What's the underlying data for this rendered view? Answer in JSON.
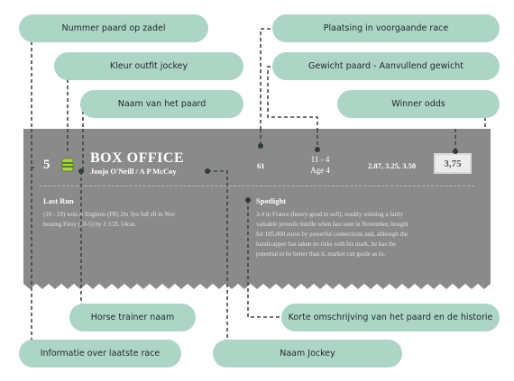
{
  "annotations": {
    "saddle_number": "Nummer paard op zadel",
    "jockey_colours": "Kleur outfit jockey",
    "horse_name": "Naam van het paard",
    "previous_placing": "Plaatsing in voorgaande race",
    "weight": "Gewicht paard - Aanvullend gewicht",
    "winner_odds": "Winner odds",
    "trainer_name": "Horse trainer naam",
    "last_race_info": "Informatie over laatste race",
    "jockey_name": "Naam Jockey",
    "description": "Korte omschrijving van het paard en de historie"
  },
  "runner": {
    "saddle_number": "5",
    "horse_name": "BOX OFFICE",
    "jockey_trainer": "Jonjo O'Neill / A P McCoy",
    "previous_placing": "61",
    "weight": "11 - 4",
    "age": "Age 4",
    "odds_list": "2.87, 3.25, 3.50",
    "winner_odds": "3,75"
  },
  "last_run": {
    "title": "Last Run",
    "lines": [
      "(10 - 19) won at Enghien (FR) 2m 3yo hdl sft in Nov",
      "beating Firoy (10-5) by 2 1/2L 14ran."
    ]
  },
  "spotlight": {
    "title": "Spotlight",
    "lines": [
      "3-4 in France (heavy-good to soft), readily winning a fairly",
      "valuable juvenile hurdle when last seen in November, bought",
      "for 185,000 euros by powerful connections and, although the",
      "handicapper has taken no risks with his mark, he has the",
      "potential to be better than it, market can guide as to."
    ]
  },
  "colors": {
    "pill": "#acd5c6",
    "card": "#8a8a8a",
    "connector": "#3a4a44",
    "jersey": "#a8d64a"
  }
}
